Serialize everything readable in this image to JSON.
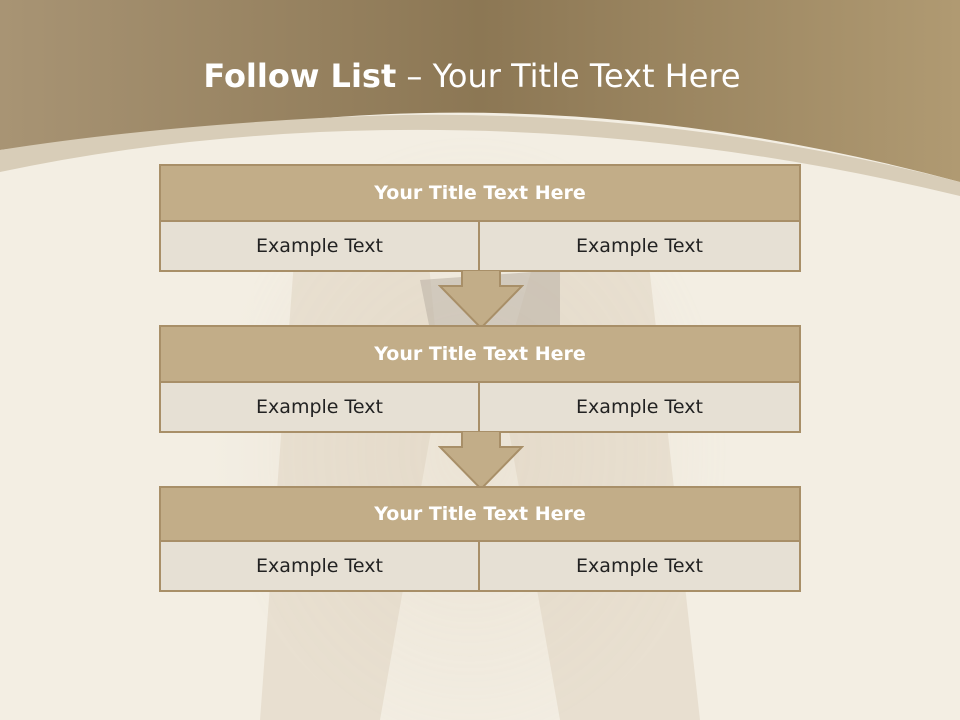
{
  "slide": {
    "title_bold": "Follow List",
    "title_rest": " – Your Title Text Here"
  },
  "blocks": [
    {
      "title": "Your Title Text Here",
      "left": "Example Text",
      "right": "Example Text"
    },
    {
      "title": "Your Title Text Here",
      "left": "Example Text",
      "right": "Example Text"
    },
    {
      "title": "Your Title Text Here",
      "left": "Example Text",
      "right": "Example Text"
    }
  ],
  "colors": {
    "header_band": "#8f7a58",
    "block_title_fill": "#c2ad88",
    "cell_fill": "#e6e0d4",
    "border": "#a88f68"
  },
  "icons": [
    "down-arrow-icon"
  ]
}
